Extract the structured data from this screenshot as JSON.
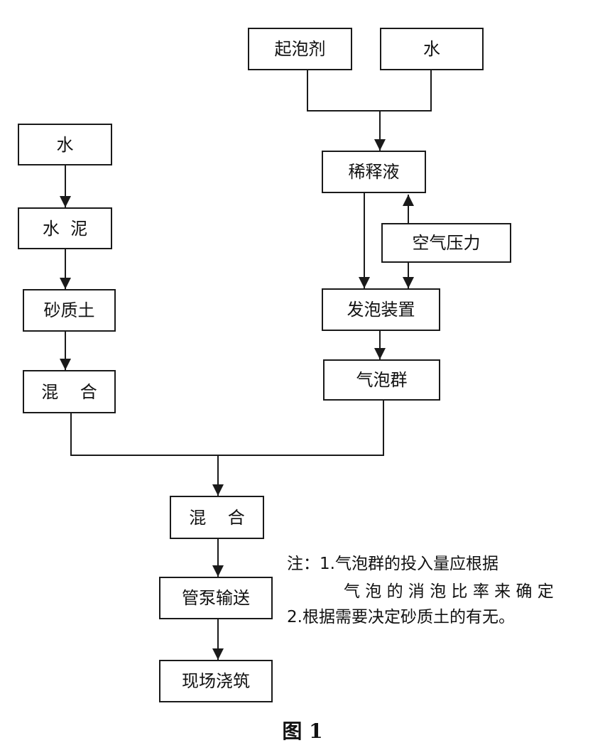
{
  "nodes": {
    "foaming_agent": "起泡剂",
    "water_right": "水",
    "water_left": "水",
    "cement": "水  泥",
    "sandy_soil": "砂质土",
    "mix_left": "混    合",
    "diluent": "稀释液",
    "air_pressure": "空气压力",
    "foaming_device": "发泡装置",
    "bubble_group": "气泡群",
    "mix_center": "混    合",
    "pipe_pump": "管泵输送",
    "site_pouring": "现场浇筑"
  },
  "notes": {
    "line1": "注：1.气泡群的投入量应根据",
    "line2": "气 泡 的 消 泡 比 率 来 确 定",
    "line3": "2.根据需要决定砂质土的有无。"
  },
  "caption": "图 1",
  "colors": {
    "stroke": "#1a1a1a",
    "background": "#ffffff"
  }
}
